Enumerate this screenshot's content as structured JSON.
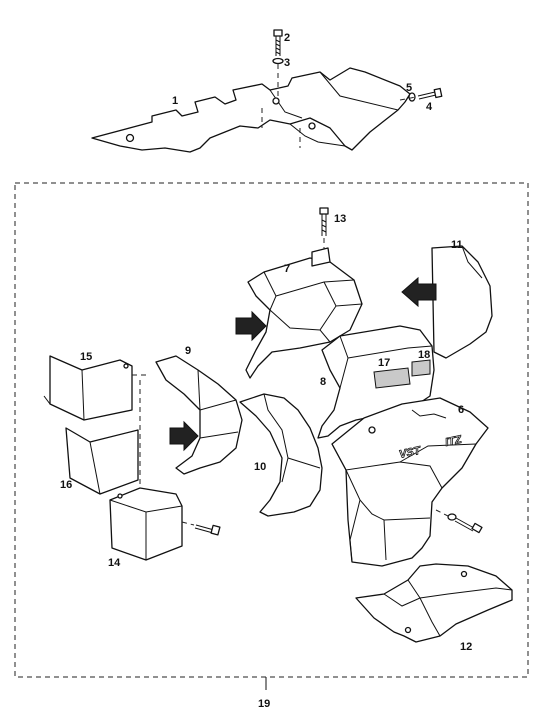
{
  "callouts": {
    "c1": "1",
    "c2": "2",
    "c3": "3",
    "c4": "4",
    "c5": "5",
    "c6": "6",
    "c7": "7",
    "c8": "8",
    "c9": "9",
    "c10": "10",
    "c11": "11",
    "c12": "12",
    "c13": "13",
    "c14": "14",
    "c15": "15",
    "c16": "16",
    "c17": "17",
    "c18": "18",
    "c19": "19"
  },
  "markings": {
    "vst": "VST",
    "brand": "ITZ"
  }
}
